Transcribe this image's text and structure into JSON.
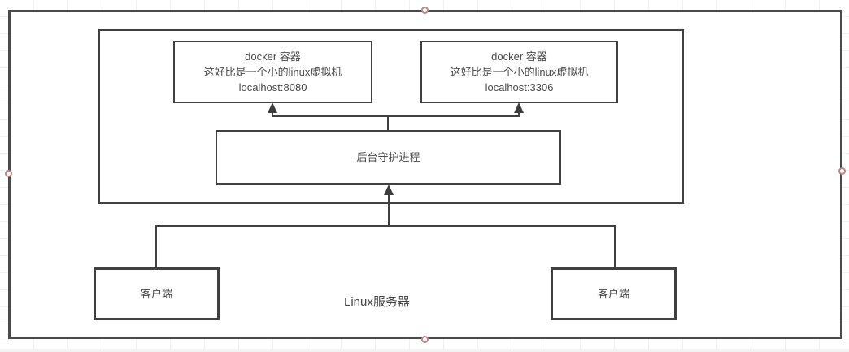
{
  "canvas": {
    "stroke_color": "#404040",
    "handle_color": "#bd8583",
    "grid_color": "#efefef"
  },
  "diagram": {
    "server_label": "Linux服务器",
    "docker_containers": [
      {
        "line1": "docker 容器",
        "line2": "这好比是一个小的linux虚拟机",
        "line3": "localhost:8080"
      },
      {
        "line1": "docker 容器",
        "line2": "这好比是一个小的linux虚拟机",
        "line3": "localhost:3306"
      }
    ],
    "daemon_label": "后台守护进程",
    "clients": [
      {
        "label": "客户端"
      },
      {
        "label": "客户端"
      }
    ]
  }
}
